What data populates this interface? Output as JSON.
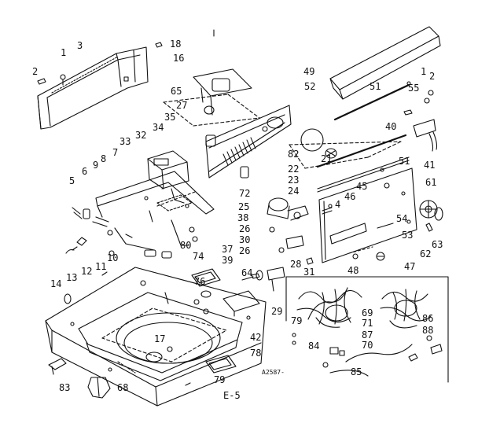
{
  "diagram": {
    "part_numbers": [
      "1",
      "2",
      "3",
      "4",
      "5",
      "6",
      "7",
      "8",
      "9",
      "10",
      "11",
      "12",
      "13",
      "14",
      "16",
      "17",
      "18",
      "21",
      "22",
      "23",
      "24",
      "25",
      "26",
      "27",
      "28",
      "29",
      "30",
      "31",
      "32",
      "33",
      "34",
      "35",
      "37",
      "38",
      "39",
      "40",
      "41",
      "42",
      "45",
      "46",
      "47",
      "48",
      "49",
      "51",
      "52",
      "53",
      "54",
      "55",
      "61",
      "62",
      "63",
      "64",
      "65",
      "68",
      "69",
      "70",
      "71",
      "72",
      "74",
      "76",
      "78",
      "79",
      "80",
      "82",
      "83",
      "84",
      "85",
      "86",
      "87",
      "88"
    ],
    "callouts": {
      "c1a": "1",
      "c2a": "2",
      "c3": "3",
      "c18": "18",
      "c16": "16",
      "c65": "65",
      "c49": "49",
      "c52": "52",
      "c51a": "51",
      "c1b": "1",
      "c2b": "2",
      "c55": "55",
      "c40": "40",
      "c27": "27",
      "c35": "35",
      "c34": "34",
      "c32": "32",
      "c33": "33",
      "c7": "7",
      "c82": "82",
      "c21": "21",
      "c22": "22",
      "c23": "23",
      "c24": "24",
      "c51b": "51",
      "c41": "41",
      "c61": "61",
      "c45": "45",
      "c46": "46",
      "c4": "4",
      "c25": "25",
      "c38": "38",
      "c26a": "26",
      "c30": "30",
      "c26b": "26",
      "c54": "54",
      "c53": "53",
      "c62": "62",
      "c63": "63",
      "c5": "5",
      "c6": "6",
      "c9": "9",
      "c8": "8",
      "c72": "72",
      "c37": "37",
      "c39": "39",
      "c80": "80",
      "c74": "74",
      "c28": "28",
      "c31": "31",
      "c48": "48",
      "c47": "47",
      "c64": "64",
      "c14": "14",
      "c13": "13",
      "c12": "12",
      "c11": "11",
      "c10": "10",
      "c76": "76",
      "c29": "29",
      "c42": "42",
      "c79a": "79",
      "c69": "69",
      "c71": "71",
      "c86": "86",
      "c87": "87",
      "c70": "70",
      "c88": "88",
      "c84": "84",
      "c85": "85",
      "c17": "17",
      "c78": "78",
      "c83": "83",
      "c68": "68",
      "c79b": "79"
    },
    "diagram_code": "A2587-",
    "page_ref": "E-5",
    "colors": {
      "ink": "#111111",
      "paper": "#ffffff"
    }
  }
}
